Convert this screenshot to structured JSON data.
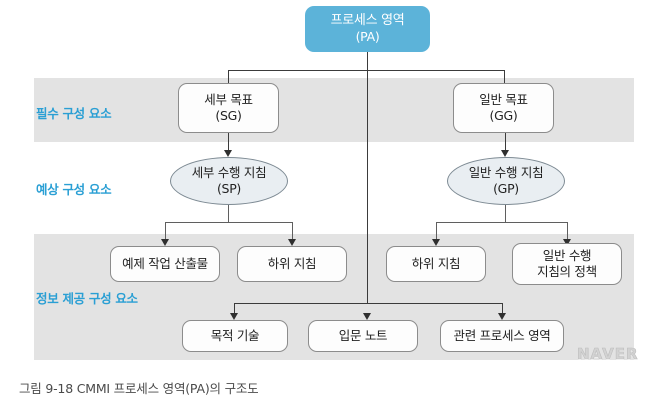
{
  "figure": {
    "caption": "그림 9-18 CMMI 프로세스 영역(PA)의 구조도",
    "watermark": "NAVER",
    "colors": {
      "root_fill": "#5cb3d9",
      "band_fill": "#e3e3e3",
      "band_label": "#2a9fd4",
      "oval_fill": "#e9eef2",
      "box_border": "#8c8c8c",
      "connector": "#3b3b3b",
      "page_background": "#ffffff"
    }
  },
  "bands": [
    {
      "id": "required",
      "label": "필수 구성 요소",
      "shaded": true
    },
    {
      "id": "expected",
      "label": "예상 구성 요소",
      "shaded": false
    },
    {
      "id": "informative",
      "label": "정보 제공 구성 요소",
      "shaded": true
    }
  ],
  "nodes": {
    "pa": {
      "line1": "프로세스 영역",
      "line2": "(PA)",
      "shape": "rounded-rect",
      "style": "root"
    },
    "sg": {
      "line1": "세부 목표",
      "line2": "(SG)",
      "shape": "rounded-rect",
      "style": "plain"
    },
    "gg": {
      "line1": "일반 목표",
      "line2": "(GG)",
      "shape": "rounded-rect",
      "style": "plain"
    },
    "sp": {
      "line1": "세부 수행 지침",
      "line2": "(SP)",
      "shape": "oval",
      "style": "oval"
    },
    "gp": {
      "line1": "일반 수행 지침",
      "line2": "(GP)",
      "shape": "oval",
      "style": "oval"
    },
    "work_product": {
      "line1": "예제 작업 산출물",
      "line2": "",
      "shape": "rounded-rect",
      "style": "plain"
    },
    "subpractice_1": {
      "line1": "하위 지침",
      "line2": "",
      "shape": "rounded-rect",
      "style": "plain"
    },
    "subpractice_2": {
      "line1": "하위 지침",
      "line2": "",
      "shape": "rounded-rect",
      "style": "plain"
    },
    "policy": {
      "line1": "일반 수행",
      "line2": "지침의 정책",
      "shape": "rounded-rect",
      "style": "plain"
    },
    "purpose": {
      "line1": "목적 기술",
      "line2": "",
      "shape": "rounded-rect",
      "style": "plain"
    },
    "intro_notes": {
      "line1": "입문 노트",
      "line2": "",
      "shape": "rounded-rect",
      "style": "plain"
    },
    "related_pa": {
      "line1": "관련 프로세스 영역",
      "line2": "",
      "shape": "rounded-rect",
      "style": "plain"
    }
  },
  "edges": [
    {
      "from": "pa",
      "to": "sg"
    },
    {
      "from": "pa",
      "to": "gg"
    },
    {
      "from": "pa",
      "to": "informative-row"
    },
    {
      "from": "sg",
      "to": "sp"
    },
    {
      "from": "gg",
      "to": "gp"
    },
    {
      "from": "sp",
      "to": "work_product"
    },
    {
      "from": "sp",
      "to": "subpractice_1"
    },
    {
      "from": "gp",
      "to": "subpractice_2"
    },
    {
      "from": "gp",
      "to": "policy"
    },
    {
      "from": "informative-row",
      "to": "purpose"
    },
    {
      "from": "informative-row",
      "to": "intro_notes"
    },
    {
      "from": "informative-row",
      "to": "related_pa"
    }
  ]
}
